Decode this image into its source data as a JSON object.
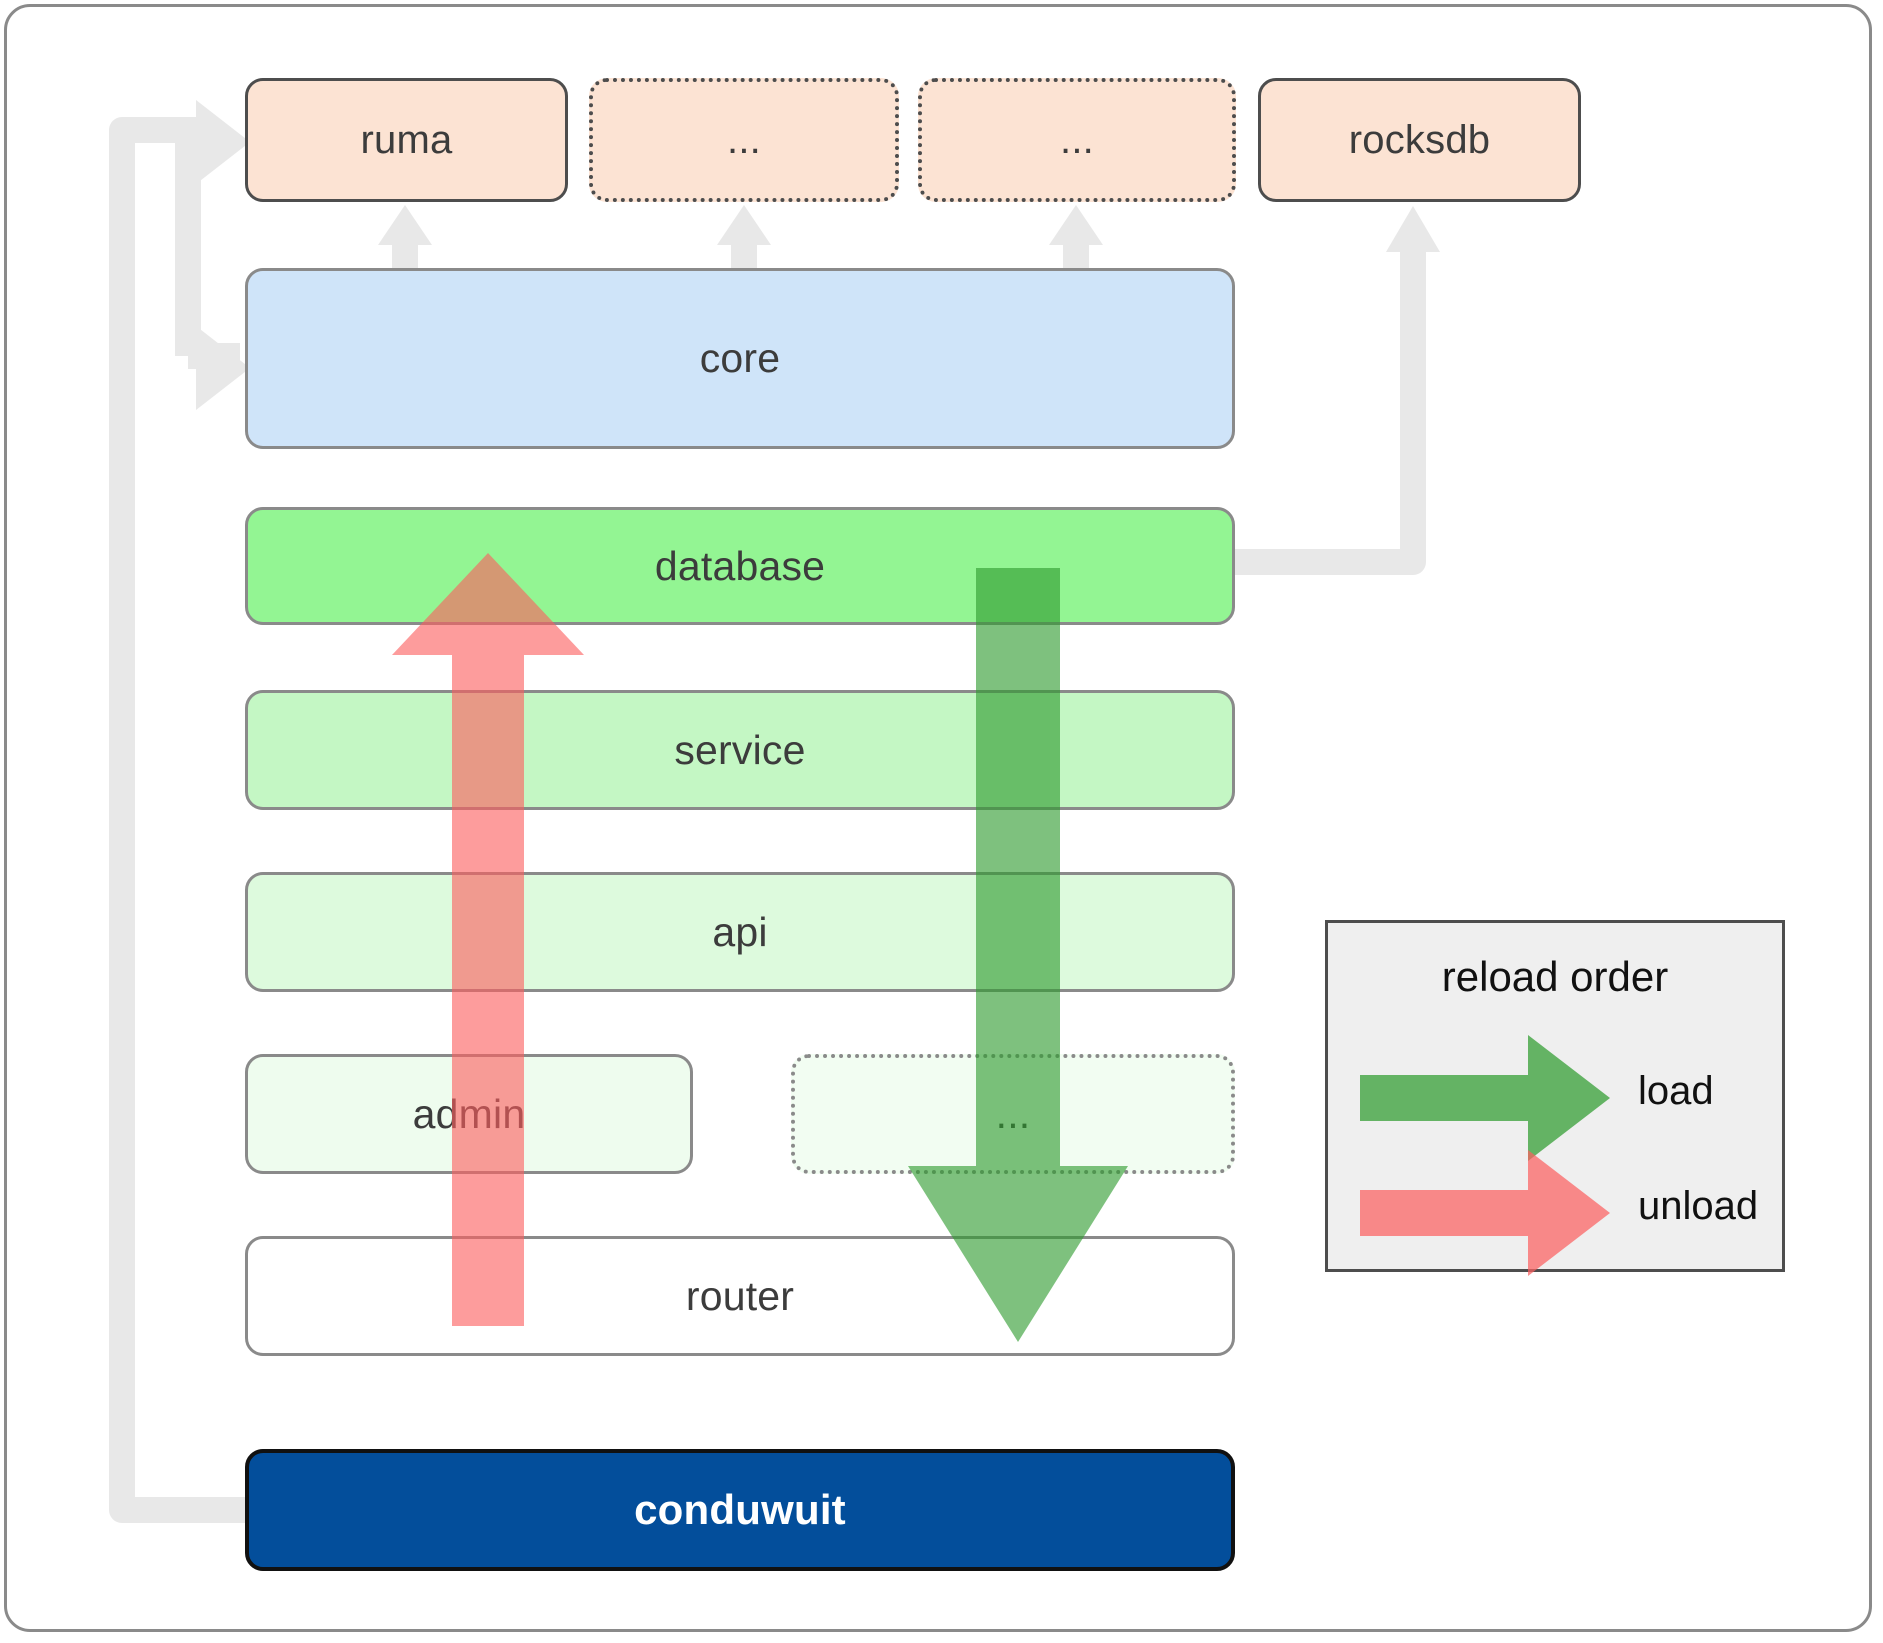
{
  "diagram": {
    "title": "conduwuit crate architecture / reload order",
    "type": "layered-architecture",
    "frame": {
      "border_color": "#8a8a8a",
      "background": "#ffffff"
    }
  },
  "dependencies": [
    {
      "id": "ruma",
      "label": "ruma",
      "style": "solid",
      "fill": "#FCE3D3",
      "border": "#4d4d4d"
    },
    {
      "id": "dep2",
      "label": "...",
      "style": "dotted",
      "fill": "#FCE3D3",
      "border": "#4d4d4d"
    },
    {
      "id": "dep3",
      "label": "...",
      "style": "dotted",
      "fill": "#FCE3D3",
      "border": "#4d4d4d"
    },
    {
      "id": "rocksdb",
      "label": "rocksdb",
      "style": "solid",
      "fill": "#FCE3D3",
      "border": "#4d4d4d"
    }
  ],
  "layers": [
    {
      "id": "core",
      "label": "core",
      "fill": "#CFE4F9",
      "style": "solid"
    },
    {
      "id": "database",
      "label": "database",
      "fill": "#93F593",
      "style": "solid"
    },
    {
      "id": "service",
      "label": "service",
      "fill": "#C4F7C4",
      "style": "solid"
    },
    {
      "id": "api",
      "label": "api",
      "fill": "#DDFADD",
      "style": "solid"
    },
    {
      "id": "admin",
      "label": "admin",
      "fill": "#EEFCEE",
      "style": "solid"
    },
    {
      "id": "admin_more",
      "label": "...",
      "fill": "#F2FDF2",
      "style": "dotted"
    },
    {
      "id": "router",
      "label": "router",
      "fill": "#ffffff",
      "style": "solid"
    }
  ],
  "root": {
    "id": "conduwuit",
    "label": "conduwuit",
    "fill": "#034E9B",
    "text_color": "#ffffff"
  },
  "legend": {
    "title": "reload order",
    "items": [
      {
        "label": "load",
        "color": "#4CAF50",
        "direction": "right"
      },
      {
        "label": "unload",
        "color": "#F98080",
        "direction": "right"
      }
    ],
    "background": "#EFEFEF",
    "border": "#4d4d4d"
  },
  "flows": [
    {
      "name": "load",
      "color": "#3E9B3E",
      "from": "database",
      "to": "router",
      "direction": "down"
    },
    {
      "name": "unload",
      "color": "#FB7878",
      "from": "router",
      "to": "database",
      "direction": "up"
    }
  ],
  "connectors": {
    "color": "#E6E6E6",
    "edges": [
      {
        "from": "core",
        "to": "ruma",
        "kind": "arrow-up"
      },
      {
        "from": "core",
        "to": "dep2",
        "kind": "arrow-up"
      },
      {
        "from": "core",
        "to": "dep3",
        "kind": "arrow-up"
      },
      {
        "from": "database",
        "to": "rocksdb",
        "kind": "elbow-arrow-up"
      },
      {
        "from": "conduwuit",
        "to": "ruma",
        "kind": "elbow-arrow-right"
      },
      {
        "from": "conduwuit",
        "to": "core",
        "kind": "elbow-arrow-right"
      }
    ]
  }
}
